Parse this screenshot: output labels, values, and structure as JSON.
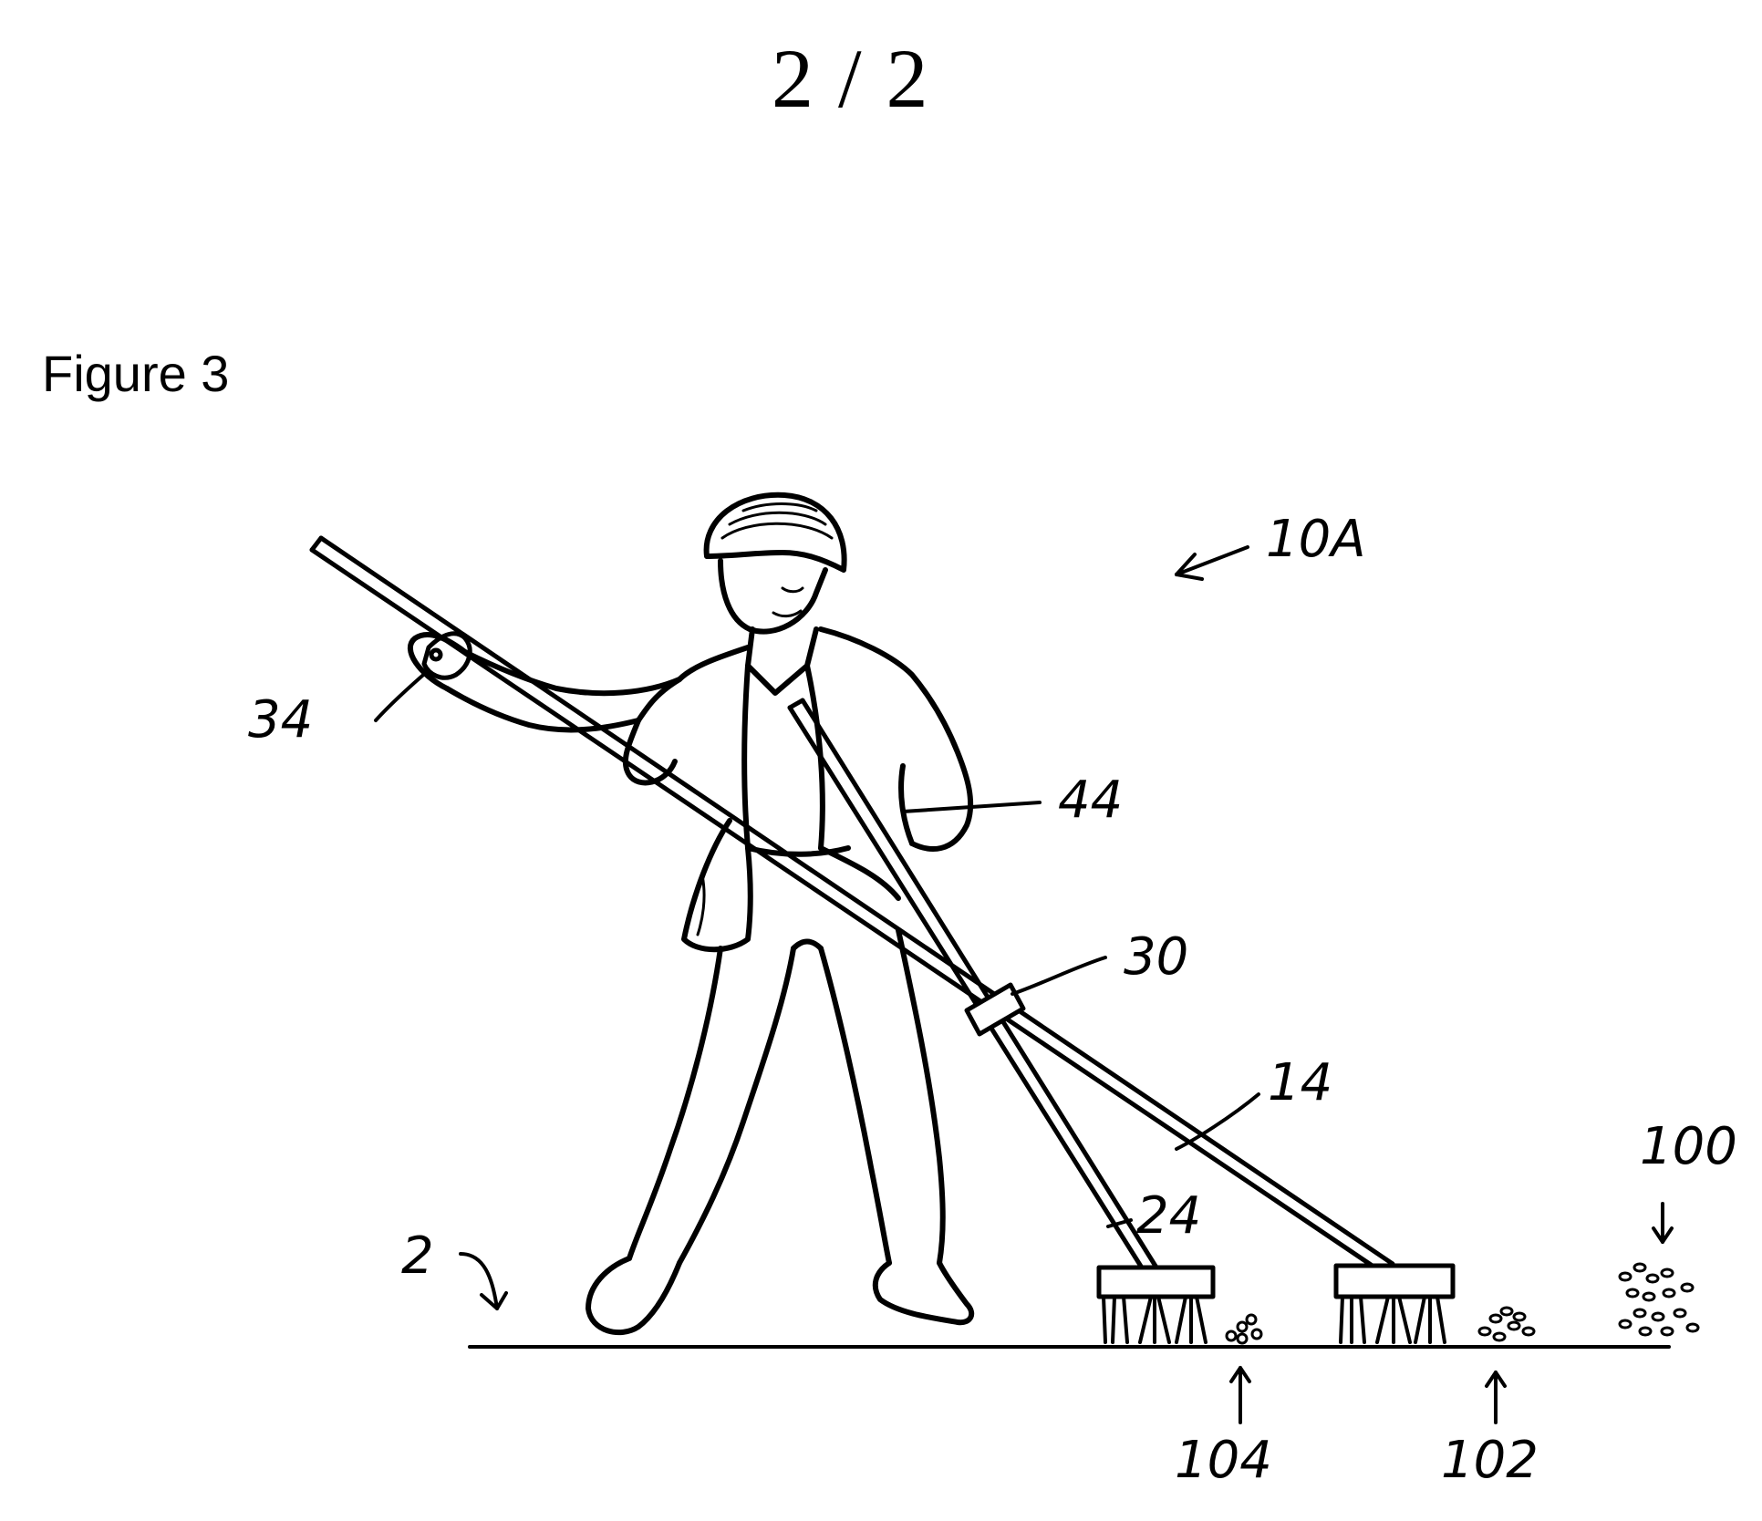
{
  "page": {
    "sheet_number": "2 / 2",
    "figure_title": "Figure 3"
  },
  "labels": {
    "apparatus": "10A",
    "handle": "34",
    "rear_pole": "44",
    "clamp": "30",
    "main_pole": "14",
    "front_pole": "24",
    "ground": "2",
    "debris_far": "100",
    "debris_mid": "102",
    "debris_near": "104"
  },
  "colors": {
    "ink": "#000000",
    "paper": "#ffffff"
  }
}
